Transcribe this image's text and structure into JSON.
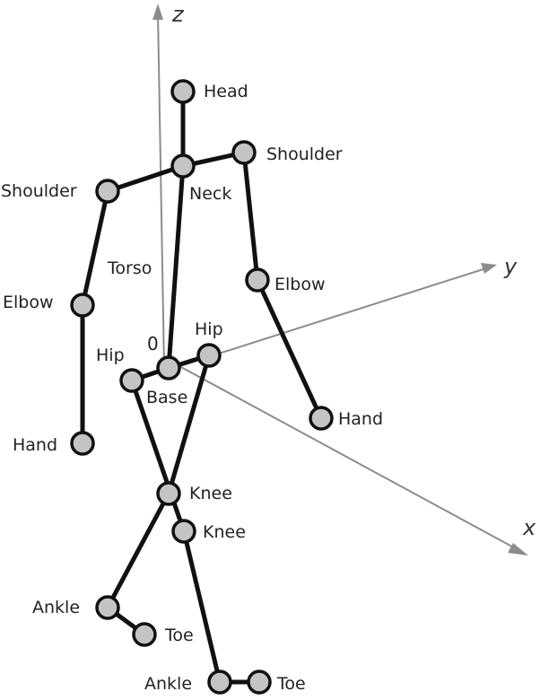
{
  "axes": {
    "z": "z",
    "y": "y",
    "x": "x",
    "origin": "0"
  },
  "labels": {
    "head": "Head",
    "neck": "Neck",
    "torso": "Torso",
    "base": "Base",
    "shoulder_left": "Shoulder",
    "shoulder_right": "Shoulder",
    "elbow_left": "Elbow",
    "elbow_right": "Elbow",
    "hand_left": "Hand",
    "hand_right": "Hand",
    "hip_left": "Hip",
    "hip_right": "Hip",
    "knee_upper": "Knee",
    "knee_lower": "Knee",
    "ankle_left": "Ankle",
    "ankle_right": "Ankle",
    "toe_left": "Toe",
    "toe_right": "Toe"
  },
  "colors": {
    "axis": "#8c8c8c",
    "bone": "#111111",
    "joint_fill": "#c4c4c4"
  }
}
